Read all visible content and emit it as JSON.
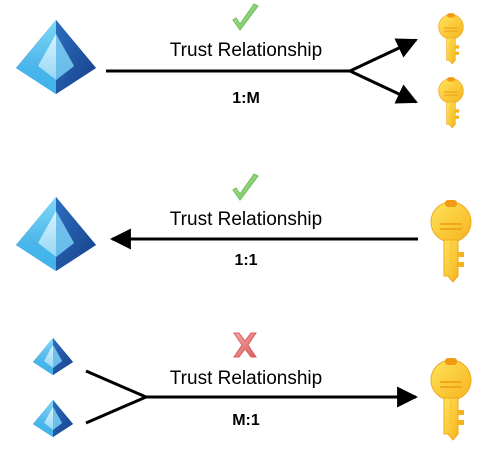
{
  "rows": [
    {
      "label": "Trust Relationship",
      "ratio": "1:M",
      "status": "allowed",
      "status_icon": "checkmark-icon",
      "status_color": "#8fcf7f",
      "source_icon": "azure-ad-icon",
      "target_icon": "key-icon",
      "arrow_direction": "source-to-targets"
    },
    {
      "label": "Trust Relationship",
      "ratio": "1:1",
      "status": "allowed",
      "status_icon": "checkmark-icon",
      "status_color": "#8fcf7f",
      "source_icon": "key-icon",
      "target_icon": "azure-ad-icon",
      "arrow_direction": "key-to-directory"
    },
    {
      "label": "Trust Relationship",
      "ratio": "M:1",
      "status": "not-allowed",
      "status_icon": "cross-icon",
      "status_color": "#e07a7a",
      "source_icon": "azure-ad-icon",
      "target_icon": "key-icon",
      "arrow_direction": "sources-to-target"
    }
  ],
  "colors": {
    "directory_light": "#5ec8f0",
    "directory_dark": "#1f4f9e",
    "key_gold": "#ffcf2e",
    "key_orange": "#f2a71b",
    "line": "#000000"
  }
}
